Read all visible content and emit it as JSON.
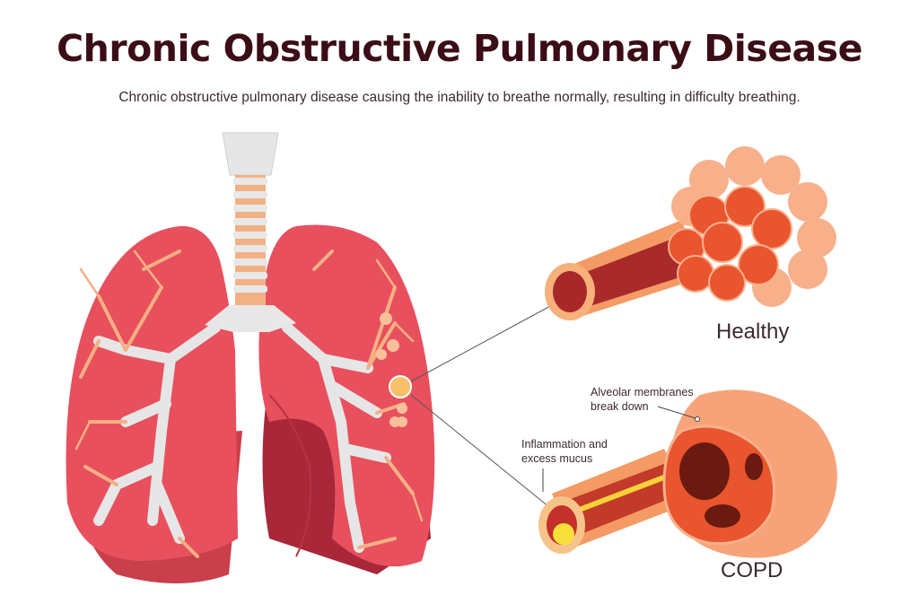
{
  "header": {
    "title": "Chronic Obstructive Pulmonary Disease",
    "subtitle": "Chronic obstructive pulmonary disease causing the inability to breathe normally, resulting in difficulty breathing."
  },
  "labels": {
    "healthy": "Healthy",
    "copd": "COPD",
    "alveolar": "Alveolar membranes break down",
    "alveolar_line1": "Alveolar membranes",
    "alveolar_line2": "break down",
    "inflammation_line1": "Inflammation and",
    "inflammation_line2": "excess mucus"
  },
  "colors": {
    "title": "#3b0d17",
    "lung": "#e8505e",
    "lung_dark": "#b8323e",
    "bronchi": "#f2b184",
    "trachea": "#e0e0e0",
    "alveoli": "#f7a37a"
  }
}
